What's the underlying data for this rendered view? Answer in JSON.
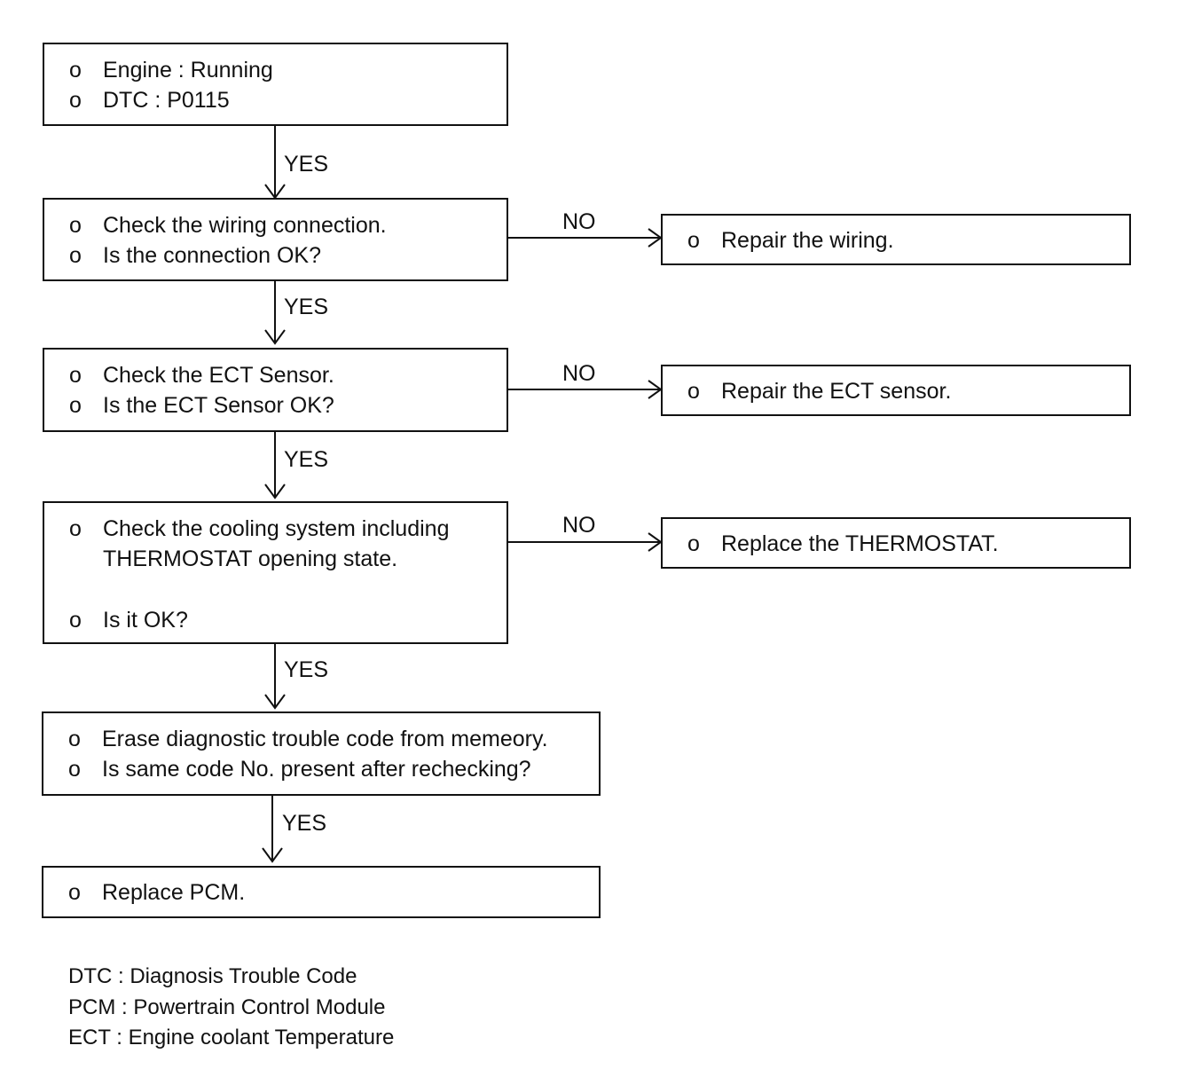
{
  "flowchart": {
    "box1": {
      "bullet": "o",
      "lines": [
        "Engine : Running",
        "DTC : P0115"
      ]
    },
    "edge1_label": "YES",
    "box2": {
      "bullet": "o",
      "lines": [
        "Check the wiring connection.",
        "Is the connection OK?"
      ]
    },
    "box2_no_label": "NO",
    "box2_no": {
      "bullet": "o",
      "text": "Repair the wiring."
    },
    "edge2_label": "YES",
    "box3": {
      "bullet": "o",
      "lines": [
        "Check the ECT Sensor.",
        "Is the ECT Sensor OK?"
      ]
    },
    "box3_no_label": "NO",
    "box3_no": {
      "bullet": "o",
      "text": "Repair the ECT sensor."
    },
    "edge3_label": "YES",
    "box4": {
      "bullet": "o",
      "line1": "Check the cooling system including",
      "line1_cont": "THERMOSTAT opening state.",
      "line2": "Is it OK?"
    },
    "box4_no_label": "NO",
    "box4_no": {
      "bullet": "o",
      "text": "Replace the THERMOSTAT."
    },
    "edge4_label": "YES",
    "box5": {
      "bullet": "o",
      "lines": [
        "Erase diagnostic trouble code from memeory.",
        "Is same code No. present after rechecking?"
      ]
    },
    "edge5_label": "YES",
    "box6": {
      "bullet": "o",
      "text": "Replace PCM."
    }
  },
  "legend": [
    "DTC : Diagnosis Trouble Code",
    "PCM : Powertrain Control Module",
    "ECT : Engine coolant Temperature"
  ]
}
